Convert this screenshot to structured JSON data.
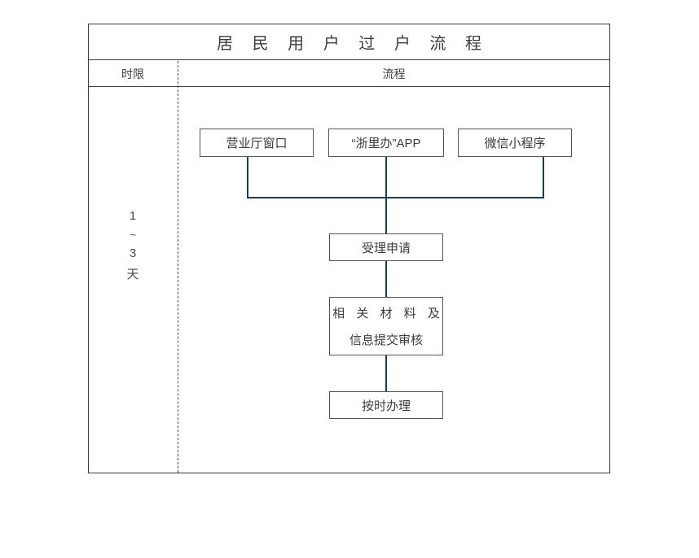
{
  "diagram": {
    "title": "居 民 用 户 过 户 流 程",
    "title_plain": "居民用户过户流程",
    "columns": {
      "time_header": "时限",
      "flow_header": "流程"
    },
    "duration": {
      "from": "1",
      "tilde": "~",
      "to": "3",
      "unit": "天"
    },
    "nodes": {
      "hall": "营业厅窗口",
      "app": "“浙里办”APP",
      "wechat": "微信小程序",
      "accept": "受理申请",
      "submit_line1": "相 关 材 料 及",
      "submit_line2": "信息提交审核",
      "handle": "按时办理"
    },
    "colors": {
      "frame": "#3a3a3a",
      "node_border": "#555555",
      "connector": "#1f3b4d",
      "text": "#3c3c3c",
      "background": "#ffffff"
    }
  }
}
